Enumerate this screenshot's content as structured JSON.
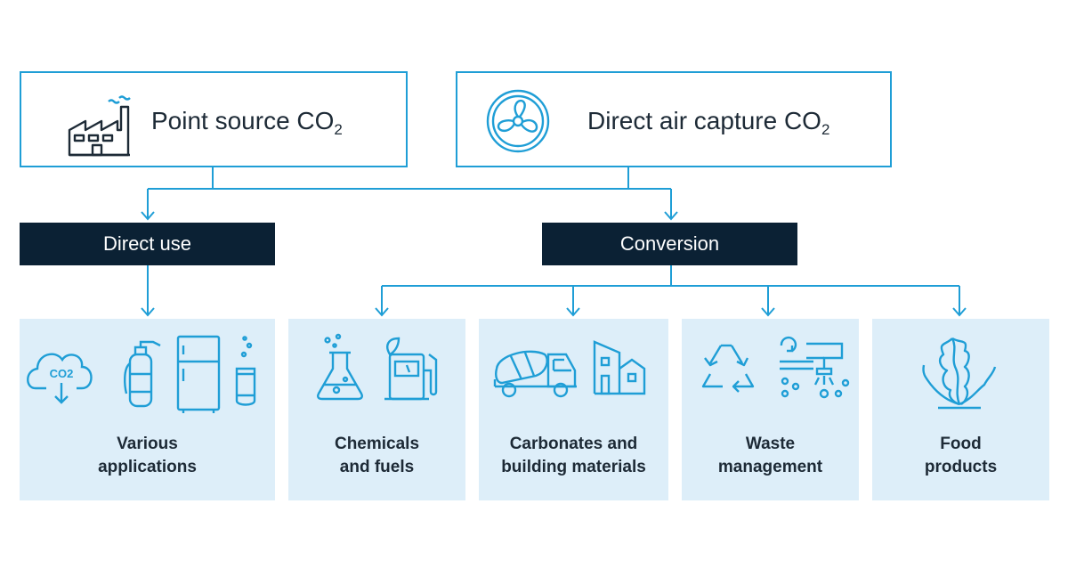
{
  "sources": [
    {
      "label": "Point source CO",
      "sub": "2",
      "icon": "factory-icon"
    },
    {
      "label": "Direct air capture CO",
      "sub": "2",
      "icon": "fan-icon"
    }
  ],
  "methods": [
    {
      "label": "Direct use"
    },
    {
      "label": "Conversion"
    }
  ],
  "applications": [
    {
      "line1": "Various",
      "line2": "applications",
      "icons": [
        "co2-cloud-icon",
        "fire-extinguisher-icon",
        "refrigerator-icon",
        "soda-can-icon"
      ]
    },
    {
      "line1": "Chemicals",
      "line2": "and fuels",
      "icons": [
        "flask-icon",
        "fuel-pump-icon"
      ]
    },
    {
      "line1": "Carbonates and",
      "line2": "building materials",
      "icons": [
        "cement-truck-icon",
        "buildings-icon"
      ]
    },
    {
      "line1": "Waste",
      "line2": "management",
      "icons": [
        "recycle-icon",
        "wastewater-pipe-icon"
      ]
    },
    {
      "line1": "Food",
      "line2": "products",
      "icons": [
        "seaweed-icon"
      ]
    }
  ],
  "icon_text": {
    "co2": "CO2"
  },
  "colors": {
    "accent": "#1f9ed6",
    "dark": "#0b2134",
    "panel": "#ddeef9",
    "text": "#1d2a36"
  }
}
